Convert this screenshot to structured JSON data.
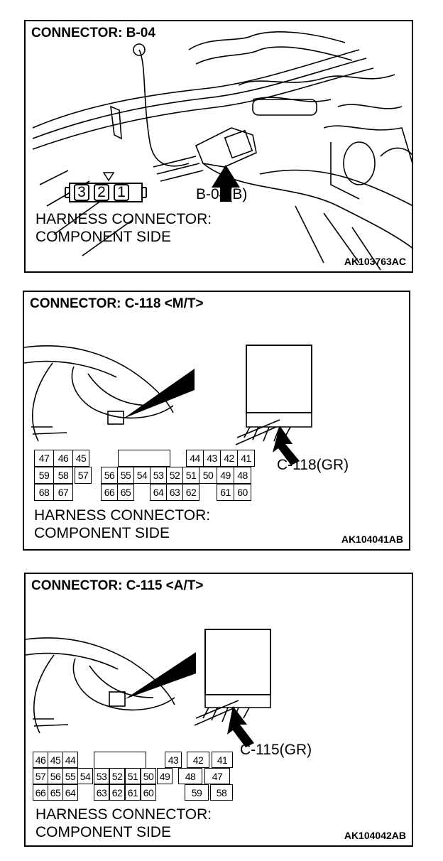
{
  "panels": [
    {
      "title": "CONNECTOR: B-04",
      "callout": "B-04(B)",
      "caption_line1": "HARNESS CONNECTOR:",
      "caption_line2": "COMPONENT SIDE",
      "code": "AK103763AC",
      "pins": [
        "3",
        "2",
        "1"
      ]
    },
    {
      "title": "CONNECTOR: C-118 <M/T>",
      "callout": "C-118(GR)",
      "caption_line1": "HARNESS CONNECTOR:",
      "caption_line2": "COMPONENT SIDE",
      "code": "AK104041AB",
      "rows": [
        [
          "47",
          "46",
          "45",
          "",
          "",
          "",
          "",
          "",
          "",
          "44",
          "43",
          "42",
          "41"
        ],
        [
          "59",
          "58",
          "57",
          "56",
          "55",
          "54",
          "53",
          "52",
          "51",
          "50",
          "49",
          "48"
        ],
        [
          "68",
          "67",
          "",
          "66",
          "65",
          "",
          "64",
          "63",
          "62",
          "",
          "61",
          "60"
        ]
      ]
    },
    {
      "title": "CONNECTOR: C-115 <A/T>",
      "callout": "C-115(GR)",
      "caption_line1": "HARNESS CONNECTOR:",
      "caption_line2": "COMPONENT SIDE",
      "code": "AK104042AB",
      "rows": [
        [
          "46",
          "45",
          "44",
          "",
          "",
          "",
          "",
          "",
          "43",
          "42",
          "41"
        ],
        [
          "57",
          "56",
          "55",
          "54",
          "53",
          "52",
          "51",
          "50",
          "49",
          "48",
          "47"
        ],
        [
          "66",
          "65",
          "64",
          "",
          "63",
          "62",
          "61",
          "60",
          "",
          "59",
          "58"
        ]
      ]
    }
  ]
}
